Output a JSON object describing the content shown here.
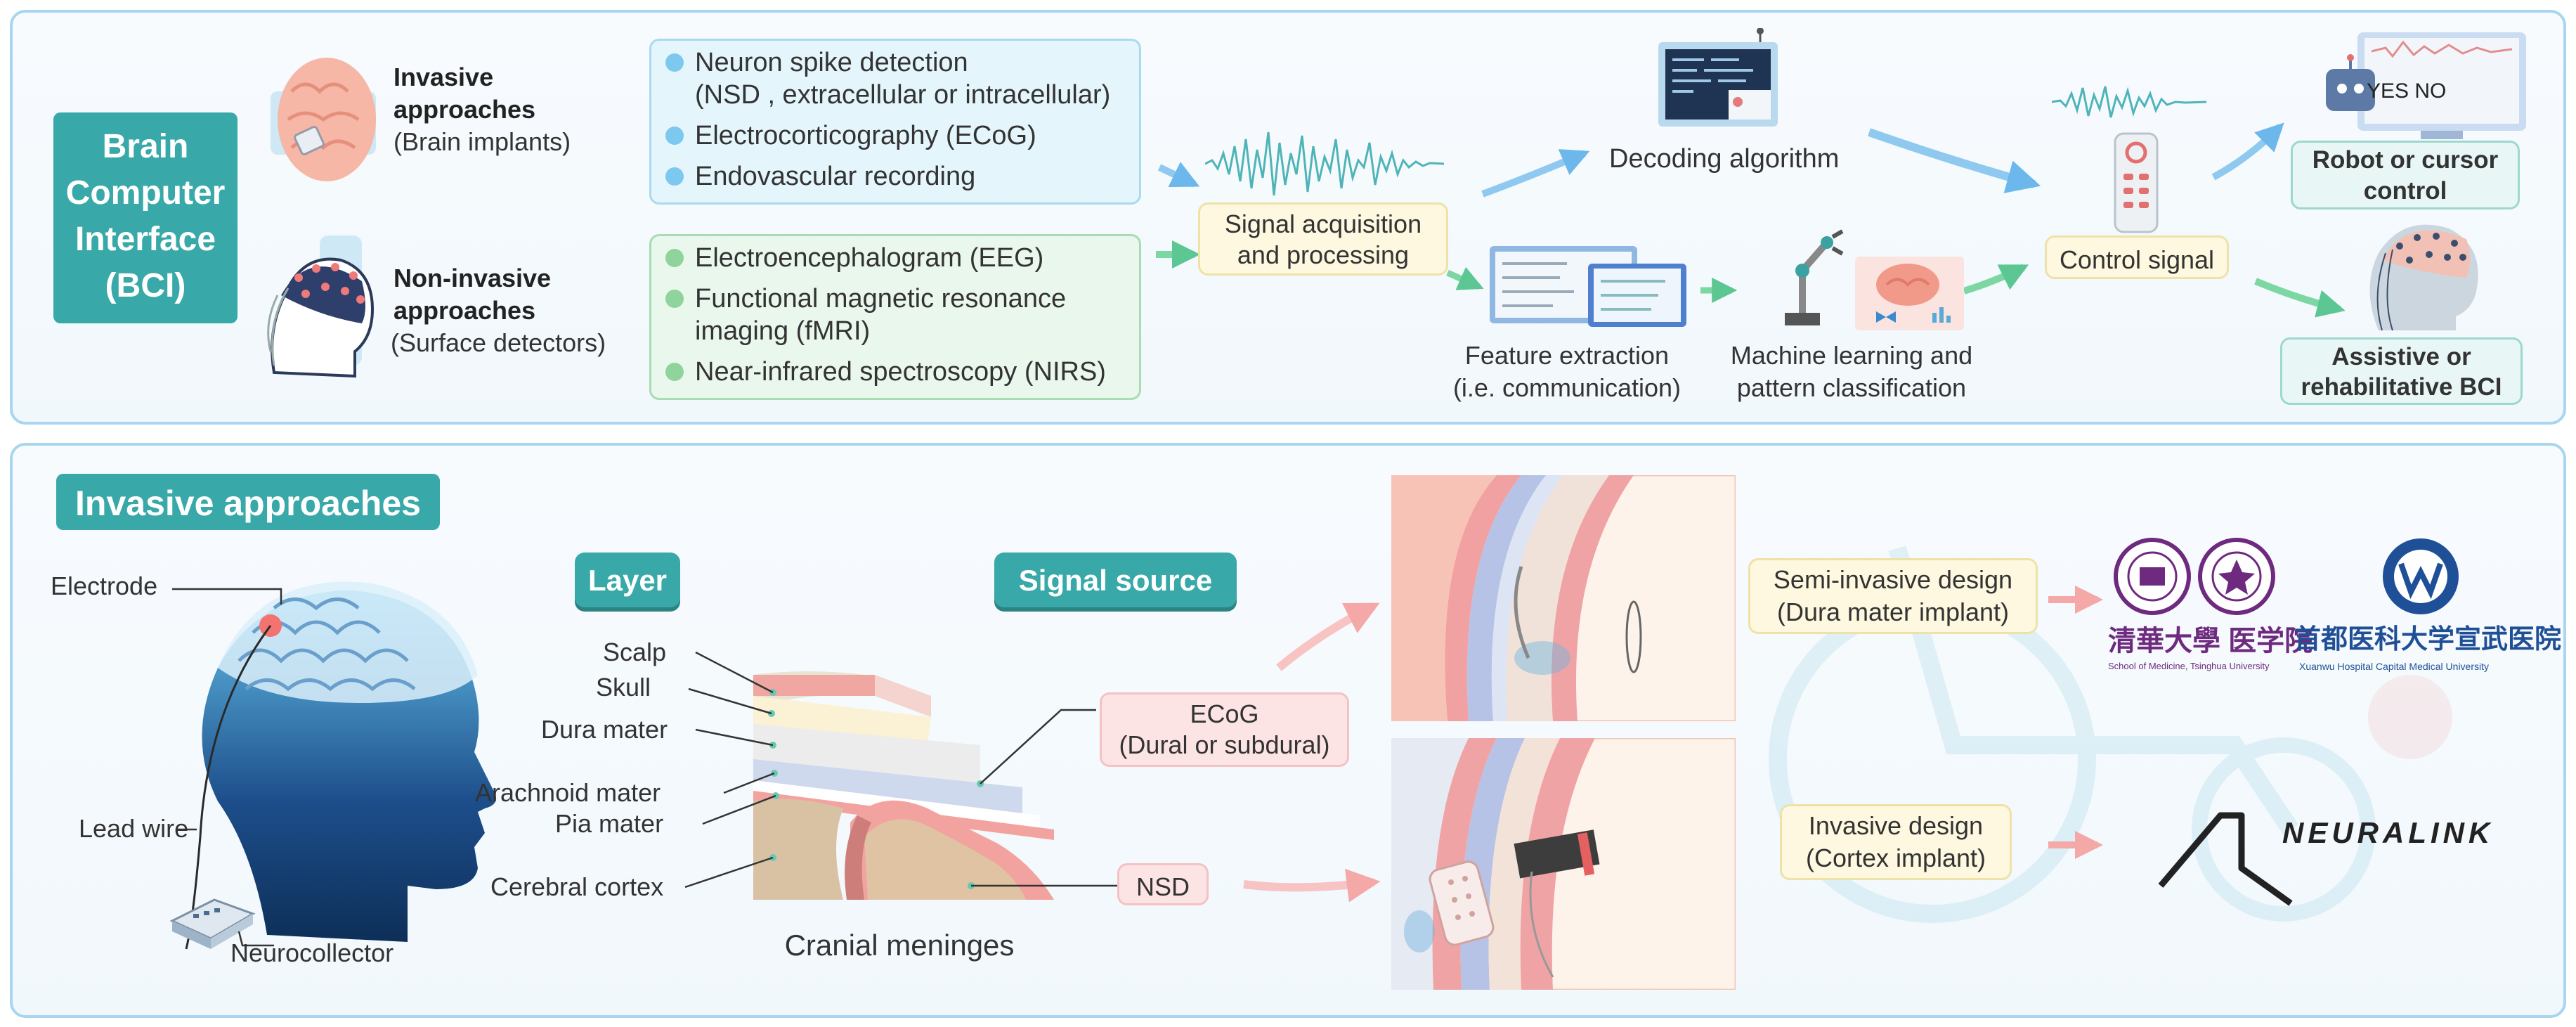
{
  "top": {
    "bci_title": [
      "Brain",
      "Computer",
      "Interface",
      "(BCI)"
    ],
    "invasive_title": [
      "Invasive",
      "approaches"
    ],
    "invasive_sub": "(Brain implants)",
    "noninvasive_title": [
      "Non-invasive",
      "approaches"
    ],
    "noninvasive_sub": "(Surface detectors)",
    "invasive_methods": [
      [
        "Neuron spike detection",
        "(NSD , extracellular or intracellular)"
      ],
      [
        "Electrocorticography (ECoG)"
      ],
      [
        "Endovascular recording"
      ]
    ],
    "noninvasive_methods": [
      [
        "Electroencephalogram (EEG)"
      ],
      [
        "Functional magnetic resonance",
        "imaging (fMRI)"
      ],
      [
        "Near-infrared spectroscopy (NIRS)"
      ]
    ],
    "signal_acquisition": [
      "Signal acquisition",
      "and processing"
    ],
    "decoding": "Decoding algorithm",
    "feature_extraction": [
      "Feature extraction",
      "(i.e. communication)"
    ],
    "machine_learning": [
      "Machine learning and",
      "pattern classification"
    ],
    "control_signal": "Control signal",
    "monitor_text": "YES NO",
    "robot_control": [
      "Robot or cursor",
      "control"
    ],
    "assistive": [
      "Assistive or",
      "rehabilitative BCI"
    ]
  },
  "bottom": {
    "section_title": "Invasive approaches",
    "head_labels": {
      "electrode": "Electrode",
      "lead_wire": "Lead wire",
      "neurocollector": "Neurocollector"
    },
    "layer_pill": "Layer",
    "signal_source_pill": "Signal source",
    "layers": [
      "Scalp",
      "Skull",
      "Dura mater",
      "Arachnoid mater",
      "Pia mater",
      "Cerebral cortex"
    ],
    "meninges_caption": "Cranial meninges",
    "ecog_source": [
      "ECoG",
      "(Dural or subdural)"
    ],
    "nsd_source": "NSD",
    "semi_invasive": [
      "Semi-invasive design",
      "(Dura mater implant)"
    ],
    "invasive_design": [
      "Invasive design",
      "(Cortex implant)"
    ],
    "logo_tsinghua_cn": "清華大學 医学院",
    "logo_tsinghua_en": "School of Medicine, Tsinghua University",
    "logo_xuanwu_cn": "首都医科大学宣武医院",
    "logo_xuanwu_en": "Xuanwu Hospital Capital Medical University",
    "neuralink": "NEURALINK"
  },
  "colors": {
    "teal": "#38a9a8",
    "blue_box": "#e4f5fc",
    "green_box": "#eaf7ec",
    "yellow_box": "#fdf8df",
    "pink_box": "#fde4e4"
  }
}
